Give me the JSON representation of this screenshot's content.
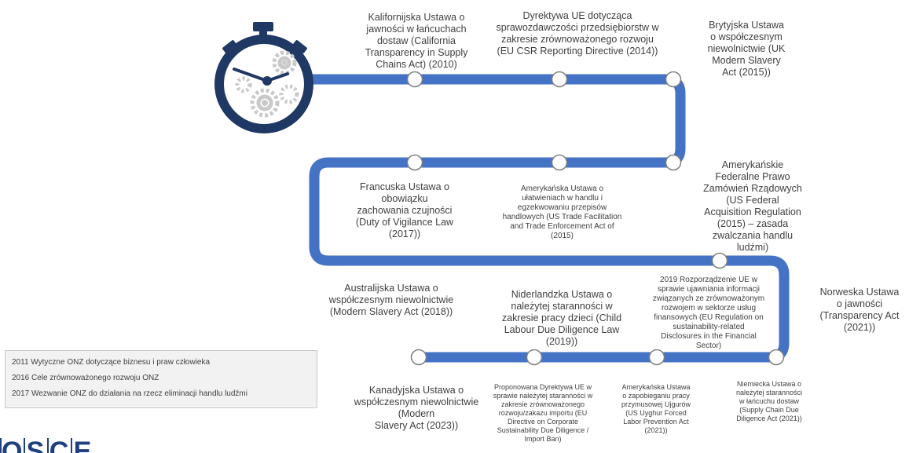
{
  "colors": {
    "path": "#4472c4",
    "node_fill": "#ffffff",
    "node_stroke": "#7f7f7f",
    "stopwatch": "#203864",
    "gear": "#c9c9c9",
    "text": "#3f3f3f",
    "box_bg": "#f2f2f2"
  },
  "icon": "stopwatch-with-gears-icon",
  "events": {
    "e1": "Kalifornijska Ustawa o\njawności w łańcuchach\ndostaw (California\nTransparency in Supply\nChains Act) (2010)",
    "e2": "Dyrektywa UE dotycząca\nsprawozdawczości przedsiębiorstw w\nzakresie zrównoważonego rozwoju\n(EU CSR Reporting Directive (2014))",
    "e3": "Brytyjska Ustawa\no współczesnym\nniewolnictwie  (UK\nModern Slavery\nAct (2015))",
    "e4": "Francuska Ustawa o\nobowiązku\nzachowania czujności\n(Duty of Vigilance Law\n(2017))",
    "e5": "Amerykańska Ustawa o\nułatwieniach w handlu i\negzekwowaniu przepisów\nhandlowych (US Trade Facilitation\nand Trade Enforcement Act of\n(2015)",
    "e6": "Amerykańskie\nFederalne Prawo\nZamówień Rządowych\n(US Federal\nAcquisition Regulation\n(2015) – zasada\nzwalczania handlu\nludźmi)",
    "e7": "Australijska Ustawa o\nwspółczesnym niewolnictwie\n(Modern Slavery Act (2018))",
    "e8": "Niderlandzka Ustawa o\nnależytej staranności w\nzakresie pracy dzieci (Child\nLabour Due Diligence Law\n(2019))",
    "e9": "2019 Rozporządzenie UE w\nsprawie ujawniania informacji\nzwiązanych ze zrównoważonym\nrozwojem w sektorze usług\nfinansowych (EU Regulation on\nsustainability-related\nDisclosures in the Financial\nSector)",
    "e10": "Norweska Ustawa\no jawności\n(Transparency Act\n(2021))",
    "e11": "Kanadyjska Ustawa o\nwspółczesnym niewolnictwie\n(Modern\nSlavery Act (2023))",
    "e12": "Proponowana Dyrektywa UE w\nsprawie należytej staranności w\nzakresie zrównoważonego\nrozwoju/zakazu importu  (EU\nDirective on Corporate\nSustainability Due Diligence /\nImport Ban)",
    "e13": "Amerykańska Ustawa\no zapobieganiu pracy\nprzymusowej Ujgurów\n(US Uyghur Forced\nLabor Prevention Act\n(2021))",
    "e14": "Niemiecka Ustawa o\nnależytej staranności\nw łańcuchu dostaw\n(Supply Chain Due\nDiligence Act (2021))"
  },
  "un_box": {
    "items": [
      "2011 Wytyczne ONZ dotyczące biznesu i praw człowieka",
      "2016 Cele zrównoważonego rozwoju ONZ",
      "2017 Wezwanie ONZ do działania na rzecz eliminacji handlu ludźmi"
    ]
  },
  "logo": {
    "letters": [
      "O",
      "S",
      "C",
      "E"
    ]
  }
}
